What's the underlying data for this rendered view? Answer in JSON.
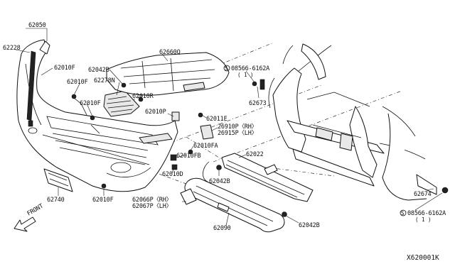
{
  "labels": {
    "p62050": "62050",
    "p62228": "62228",
    "p62010F_1": "62010F",
    "p62010F_2": "62010F",
    "p62010F_3": "62010F",
    "p62010F_4": "62010F",
    "p62042B_1": "62042B",
    "p62042B_2": "62042B",
    "p62042B_3": "62042B",
    "p62278N": "62278N",
    "p62010R": "62010R",
    "p62660Q": "62660Q",
    "p62010P": "62010P",
    "p62011E": "62011E",
    "p26910P": "26910P〈RH〉",
    "p26915P": "26915P〈LH〉",
    "p62010FA": "62010FA",
    "p62010FB": "62010FB",
    "p62010D": "62010D",
    "p62022": "62022",
    "p62740": "62740",
    "p62066P": "62066P〈RH〉",
    "p62067P": "62067P〈LH〉",
    "p62090": "62090",
    "p62673": "62673",
    "p62674": "62674",
    "bolt_top": "08566-6162A",
    "bolt_top_qty": "( 1 )",
    "bolt_bottom": "08566-6162A",
    "bolt_bottom_qty": "( 1 )",
    "front": "FRONT",
    "diagram_ref": "X620001K"
  }
}
